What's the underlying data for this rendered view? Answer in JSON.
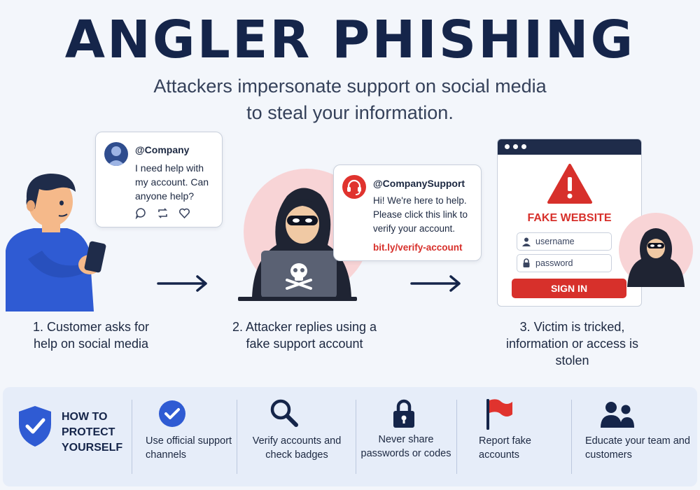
{
  "header": {
    "title": "ANGLER PHISHING",
    "subtitle_line1": "Attackers impersonate support on social media",
    "subtitle_line2": "to steal your information."
  },
  "step1": {
    "handle": "@Company",
    "message": "I need help with my account. Can anyone help?",
    "caption": "1. Customer asks for help on social media"
  },
  "step2": {
    "handle": "@CompanySupport",
    "message": "Hi! We're here to help. Please click this link to verify your account.",
    "link": "bit.ly/verify-account",
    "caption": "2. Attacker replies using a fake support account"
  },
  "step3": {
    "site_title": "FAKE WEBSITE",
    "username_placeholder": "username",
    "password_placeholder": "password",
    "signin_label": "SIGN IN",
    "caption": "3. Victim is tricked, information or access is stolen"
  },
  "protect": {
    "heading_line1": "HOW TO",
    "heading_line2": "PROTECT",
    "heading_line3": "YOURSELF",
    "tips": [
      {
        "icon": "check-circle-icon",
        "label": "Use official support channels"
      },
      {
        "icon": "magnifier-icon",
        "label": "Verify accounts and check badges"
      },
      {
        "icon": "padlock-icon",
        "label": "Never share passwords or codes"
      },
      {
        "icon": "red-flag-icon",
        "label": "Report fake accounts"
      },
      {
        "icon": "people-icon",
        "label": "Educate your team and customers"
      }
    ]
  },
  "colors": {
    "navy": "#15254a",
    "accent_blue": "#2f5bd3",
    "danger_red": "#d7302b",
    "pink": "#f8d4d6",
    "panel_bg": "#e6edf9"
  }
}
